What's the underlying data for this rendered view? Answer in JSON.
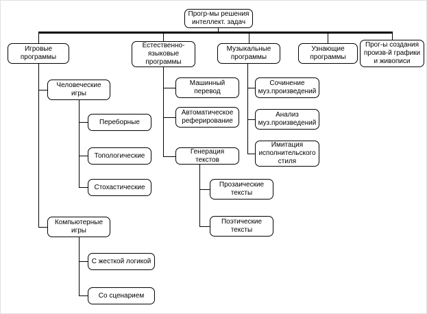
{
  "diagram": {
    "title": "Прогр-мы решения интеллект. задач",
    "line_color": "#000000",
    "box_fill": "#ffffff",
    "box_border": "#000000",
    "nodes": {
      "root": {
        "label": "Прогр-мы решения\nинтеллект. задач"
      },
      "game": {
        "label": "Игровые\nпрограммы"
      },
      "nl": {
        "label": "Естественно-\nязыковые\nпрограммы"
      },
      "music": {
        "label": "Музыкальные\nпрограммы"
      },
      "recog": {
        "label": "Узнающие\nпрограммы"
      },
      "graphics": {
        "label": "Прог-ы создания\nпроизв-й графики\nи живописи"
      },
      "human_games": {
        "label": "Человеческие\nигры"
      },
      "enumerative": {
        "label": "Переборные"
      },
      "topological": {
        "label": "Топологические"
      },
      "stochastic": {
        "label": "Стохастические"
      },
      "computer_games": {
        "label": "Компьютерные\nигры"
      },
      "rigid_logic": {
        "label": "С жесткой логикой"
      },
      "scenario": {
        "label": "Со сценарием"
      },
      "machine_translation": {
        "label": "Машинный\nперевод"
      },
      "auto_summarization": {
        "label": "Автоматическое\nреферирование"
      },
      "text_generation": {
        "label": "Генерация текстов"
      },
      "prose_texts": {
        "label": "Прозаические\nтексты"
      },
      "poetic_texts": {
        "label": "Поэтические\nтексты"
      },
      "music_composition": {
        "label": "Сочинение\nмуз.произведений"
      },
      "music_analysis": {
        "label": "Анализ\nмуз.произведений"
      },
      "style_imitation": {
        "label": "Имитация\nисполнительского\nстиля"
      }
    }
  }
}
